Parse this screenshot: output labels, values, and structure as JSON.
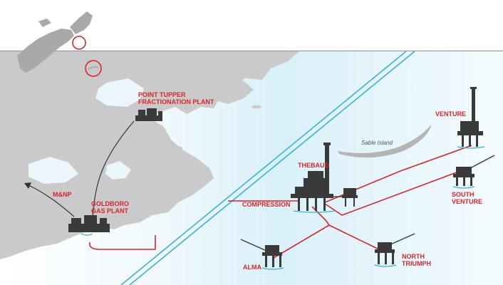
{
  "colors": {
    "route": "#d9252a",
    "land": "#c9c9c9",
    "sea_light": "#f2fafd",
    "sea_deep": "#cdebf5",
    "facility": "#3a3a3a",
    "boundary": "#3ab0d8"
  },
  "labels": {
    "point_tupper": [
      "POINT TUPPER",
      "FRACTIONATION PLANT"
    ],
    "goldboro": [
      "GOLDBORO",
      "GAS PLANT"
    ],
    "mnp": "M&NP",
    "compression": "COMPRESSION",
    "thebaud": "THEBAUD",
    "venture": "VENTURE",
    "south_venture": [
      "SOUTH",
      "VENTURE"
    ],
    "north_triumph": [
      "NORTH",
      "TRIUMPH"
    ],
    "alma": "ALMA",
    "sable_island": "Sable Island"
  },
  "icons": {
    "inset": "nova-scotia-inset-map-icon",
    "gas_plant": "gas-plant-icon",
    "platform": "offshore-platform-icon",
    "arrow": "pipeline-direction-arrow-icon"
  }
}
